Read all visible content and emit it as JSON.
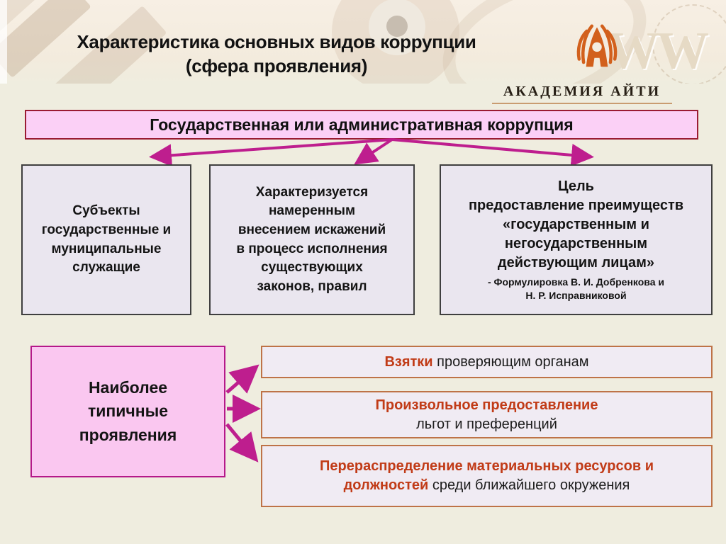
{
  "header": {
    "title_line1": "Характеристика основных видов коррупции",
    "title_line2": "(сфера проявления)",
    "brand": "АКАДЕМИЯ АЙТИ",
    "watermark": "WW",
    "logo_icon": "academy-it-logo"
  },
  "banner": {
    "label": "Государственная или административная коррупция"
  },
  "boxes": {
    "subjects": "Субъекты\nгосударственные и\nмуниципальные\nслужащие",
    "characteristics": "Характеризуется\nнамеренным\nвнесением искажений\nв процесс исполнения\nсуществующих\nзаконов, правил",
    "goal": "Цель\nпредоставление преимуществ\n«государственным и\nнегосударственным\nдействующим лицам»",
    "goal_attribution": "- Формулировка В. И. Добренкова и\nН. Р. Исправниковой"
  },
  "manifestations": {
    "title": "Наиболее\nтипичные\nпроявления",
    "items": [
      {
        "highlight": "Взятки",
        "rest": " проверяющим органам"
      },
      {
        "highlight": "Произвольное предоставление",
        "rest": "льгот и преференций"
      },
      {
        "highlight_part1": "Перераспределение материальных ресурсов и должностей",
        "rest": " среди ближайшего окружения"
      }
    ]
  },
  "colors": {
    "background": "#efeddf",
    "arrow_magenta": "#be1e8e",
    "banner_fill": "#fbd0f6",
    "banner_border": "#9a1b33",
    "description_box_fill": "#eae6ef",
    "description_box_border": "#3f3f3f",
    "pink_box_fill": "#fac7f0",
    "pink_box_border": "#b5188a",
    "item_fill": "#f0ebf3",
    "item_border": "#be7347",
    "highlight_text": "#c13b17",
    "logo_orange": "#d2601c"
  }
}
